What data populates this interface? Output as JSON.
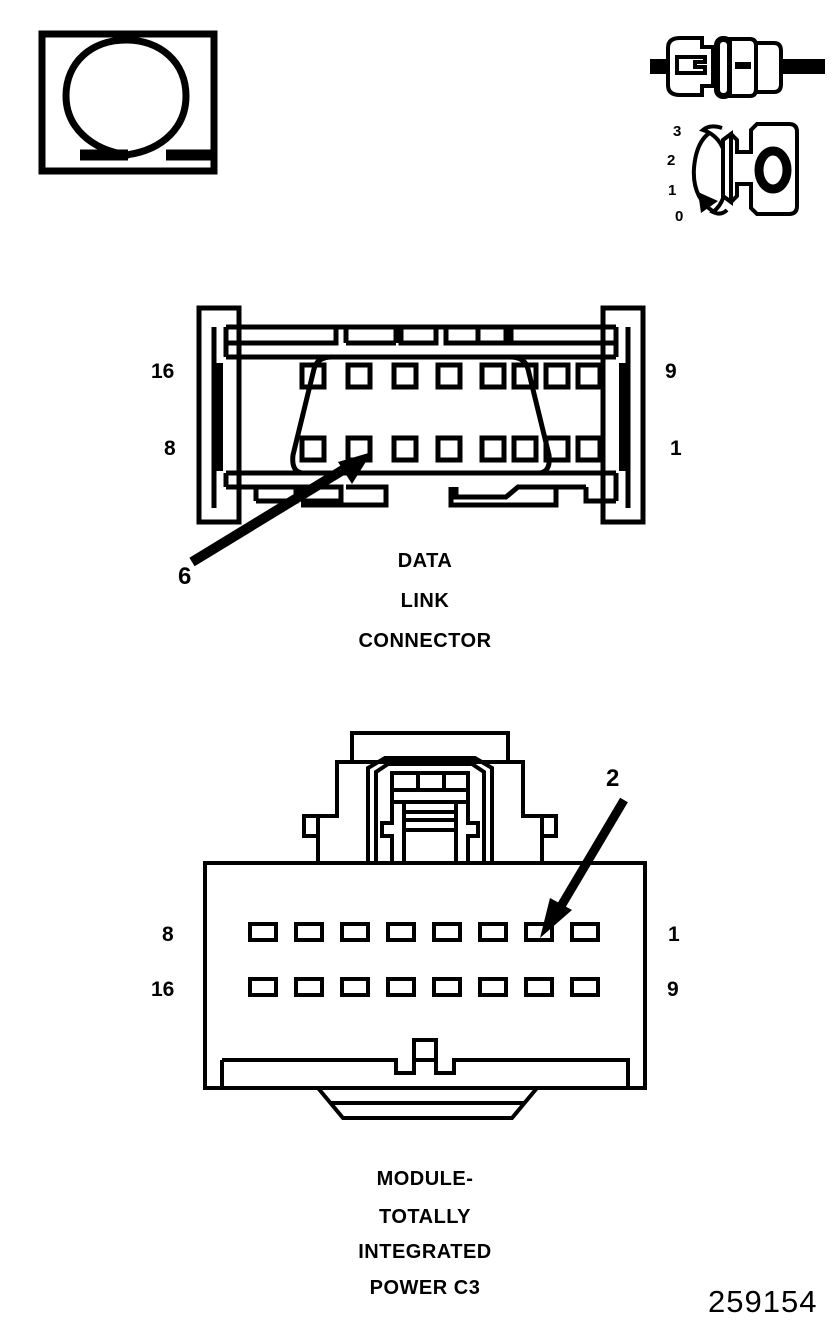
{
  "figure": {
    "id": "259154",
    "type": "automotive-connector-pinout-diagram"
  },
  "icons": {
    "ohm_meter": {
      "name": "ohm-meter-icon",
      "symbol": "Ω",
      "description": "Ohm symbol in rectangular box - resistance measurement"
    },
    "disconnect": {
      "name": "connector-disconnect-icon",
      "description": "Two-piece electrical connector shown separated"
    },
    "ignition_switch": {
      "name": "ignition-switch-icon",
      "key_position": "0",
      "positions": [
        "3",
        "2",
        "1",
        "0"
      ],
      "description": "Rotary ignition key switch with detent positions"
    }
  },
  "connectors": [
    {
      "key": "dlc",
      "name": "data-link-connector",
      "caption_lines": [
        "DATA",
        "LINK",
        "CONNECTOR"
      ],
      "total_pins": 16,
      "rows": 2,
      "pins_per_row": 8,
      "labels": {
        "top_left": "16",
        "top_right": "9",
        "bottom_left": "8",
        "bottom_right": "1"
      },
      "callout": {
        "label": "6",
        "target_row": "bottom",
        "target_index": 3
      }
    },
    {
      "key": "tipm_c3",
      "name": "module-totally-integrated-power-c3",
      "caption_lines": [
        "MODULE-",
        "TOTALLY",
        "INTEGRATED",
        "POWER C3"
      ],
      "total_pins": 16,
      "rows": 2,
      "pins_per_row": 8,
      "labels": {
        "top_left": "8",
        "top_right": "1",
        "bottom_left": "16",
        "bottom_right": "9"
      },
      "callout": {
        "label": "2",
        "target_row": "top",
        "target_index": 7
      }
    }
  ],
  "colors": {
    "line": "#000000",
    "background": "#ffffff"
  }
}
